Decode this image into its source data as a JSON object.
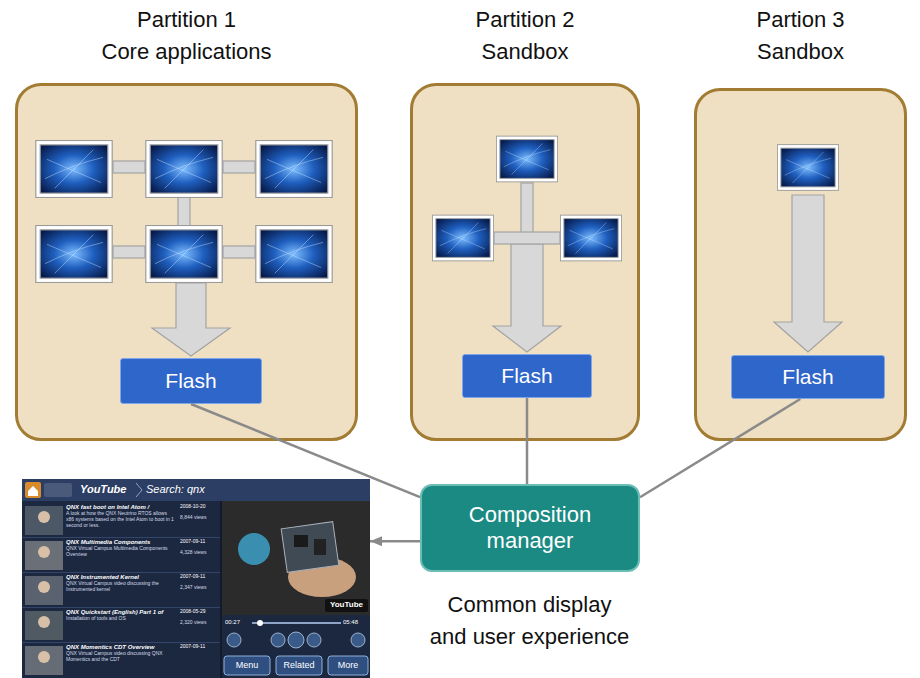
{
  "diagram": {
    "nodes": [
      {
        "text": [
          "Partition 1",
          "Core applications"
        ]
      },
      {
        "text": [
          "Flash"
        ],
        "in": 0
      },
      {
        "text": [
          "Partition 2",
          "Sandbox"
        ]
      },
      {
        "text": [
          "Flash"
        ],
        "in": 2
      },
      {
        "text": [
          "Partion 3",
          "Sandbox"
        ]
      },
      {
        "text": [
          "Flash"
        ],
        "in": 4
      },
      {
        "text": [
          "YouTube",
          "Search: qnx",
          "QNX fast boot on Intel Atom /",
          "A look at how the QNX Neutrino RTOS allows x86 systems based on the Intel Atom to boot in 1 second or less.",
          "2008-10-20",
          "8,844 views",
          "QNX Multimedia Components",
          "QNX Virtual Campus Multimedia Components Overview",
          "2007-09-11",
          "4,328 views",
          "QNX Instrumented Kernel",
          "QNX Virtual Campus video discussing the Instrumented kernel",
          "2007-09-11",
          "2,347 views",
          "QNX Quickstart (English) Part 1 of",
          "Installation of tools and OS",
          "2008-05-29",
          "2,320 views",
          "QNX Momentics CDT Overview",
          "QNX Virtual Campus video discussing QNX Momentics and the CDT",
          "2007-09-11",
          "YouTube",
          "00:27",
          "05:48",
          "Menu",
          "Related",
          "More"
        ]
      },
      {
        "text": [
          "Composition manager"
        ]
      }
    ],
    "edges": [
      {
        "from": 1,
        "to": 7,
        "arrow": "none"
      },
      {
        "from": 3,
        "to": 7,
        "arrow": "none"
      },
      {
        "from": 5,
        "to": 7,
        "arrow": "none"
      },
      {
        "from": 7,
        "to": 6,
        "arrow": "to"
      }
    ],
    "labels": [
      "Common display and user experience"
    ]
  }
}
